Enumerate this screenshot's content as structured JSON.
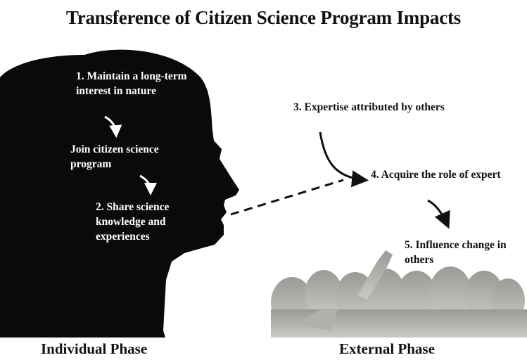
{
  "title": "Transference of Citizen Science Program Impacts",
  "steps": {
    "step1": "1. Maintain a long-term interest in nature",
    "join": "Join citizen science program",
    "step2": "2. Share science knowledge and experiences",
    "step3": "3. Expertise attributed by others",
    "step4": "4. Acquire the role of expert",
    "step5": "5. Influence change in others"
  },
  "phases": {
    "individual": "Individual Phase",
    "external": "External Phase"
  }
}
